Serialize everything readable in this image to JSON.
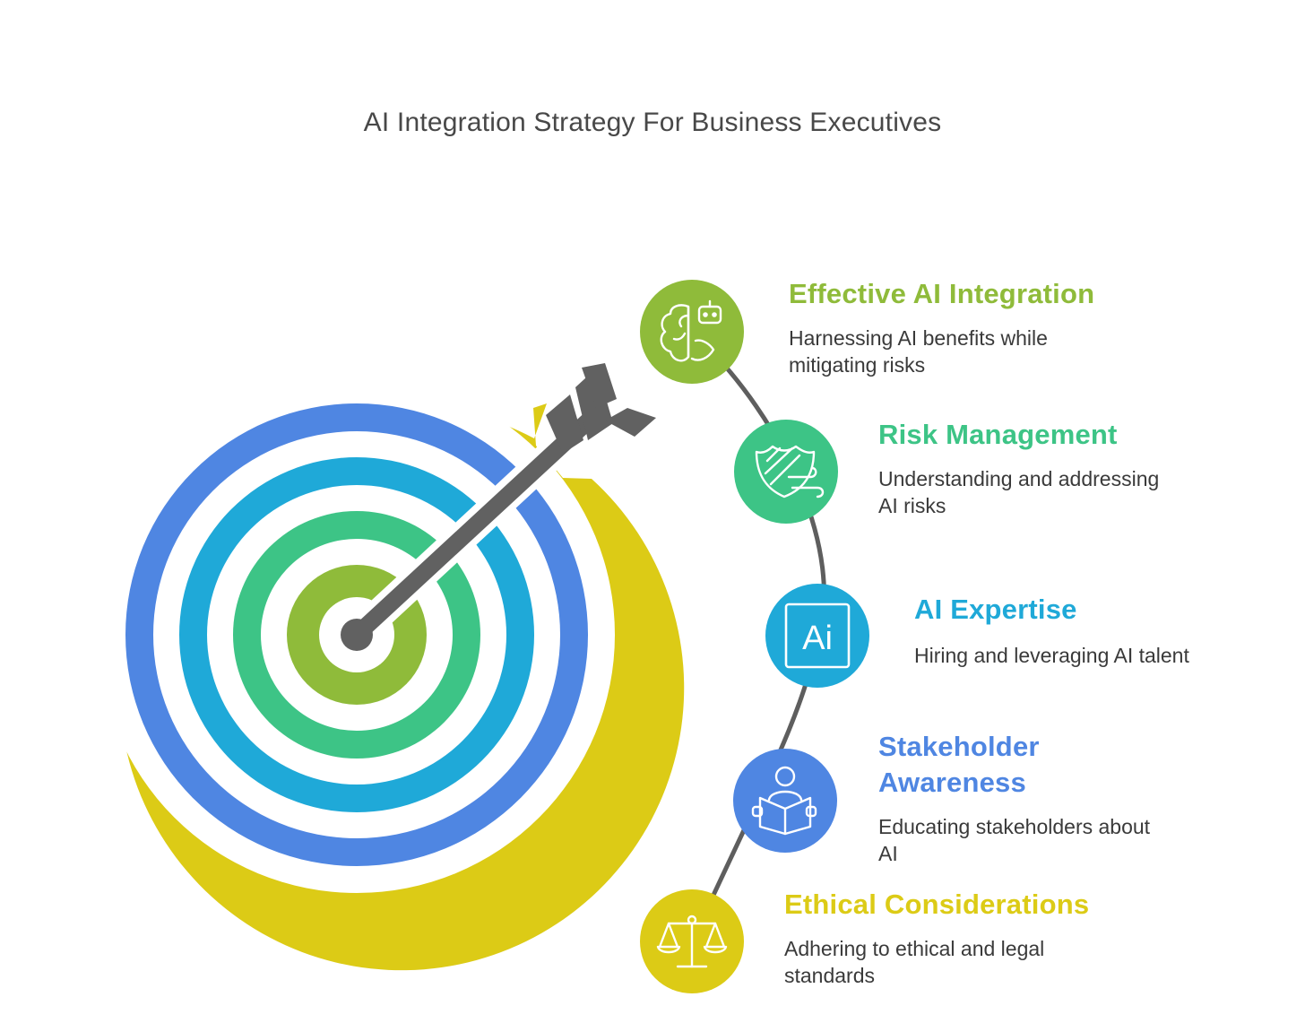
{
  "title": "AI Integration Strategy For Business Executives",
  "colors": {
    "olive_green": "#8fbb3a",
    "green": "#3dc486",
    "cyan": "#1fa9d8",
    "blue": "#4f86e2",
    "yellow": "#dccb16",
    "arrow_gray": "#616161"
  },
  "items": [
    {
      "title": "Effective AI Integration",
      "description_lines": [
        "Harnessing AI benefits while",
        "mitigating risks"
      ],
      "icon": "brain-robot-icon",
      "color": "#8fbb3a"
    },
    {
      "title": "Risk Management",
      "description_lines": [
        "Understanding and addressing",
        "AI risks"
      ],
      "icon": "shield-wind-icon",
      "color": "#3dc486"
    },
    {
      "title": "AI Expertise",
      "description_lines": [
        "Hiring and leveraging AI talent"
      ],
      "icon": "ai-chip-icon",
      "icon_text": "Ai",
      "color": "#1fa9d8"
    },
    {
      "title_lines": [
        "Stakeholder",
        "Awareness"
      ],
      "description_lines": [
        "Educating stakeholders about",
        "AI"
      ],
      "icon": "person-reading-icon",
      "color": "#4f86e2"
    },
    {
      "title": "Ethical Considerations",
      "description_lines": [
        "Adhering to ethical and legal",
        "standards"
      ],
      "icon": "scales-icon",
      "color": "#dccb16"
    }
  ]
}
